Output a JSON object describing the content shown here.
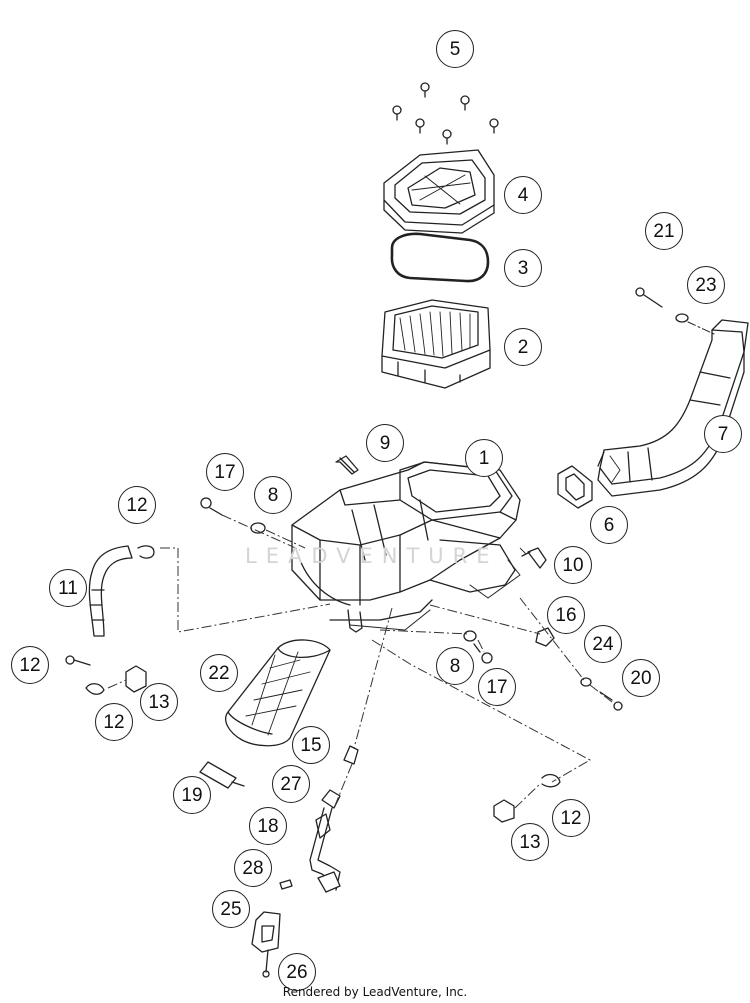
{
  "watermark": "LEADVENTURE",
  "credit": "Rendered by LeadVenture, Inc.",
  "callouts": {
    "c1": "1",
    "c2": "2",
    "c3": "3",
    "c4": "4",
    "c5": "5",
    "c6": "6",
    "c7": "7",
    "c8a": "8",
    "c8b": "8",
    "c9": "9",
    "c10": "10",
    "c11": "11",
    "c12a": "12",
    "c12b": "12",
    "c12c": "12",
    "c12d": "12",
    "c13a": "13",
    "c13b": "13",
    "c15": "15",
    "c16": "16",
    "c17a": "17",
    "c17b": "17",
    "c18": "18",
    "c19": "19",
    "c20": "20",
    "c21": "21",
    "c22": "22",
    "c23": "23",
    "c24": "24",
    "c25": "25",
    "c26": "26",
    "c27": "27",
    "c28": "28"
  }
}
